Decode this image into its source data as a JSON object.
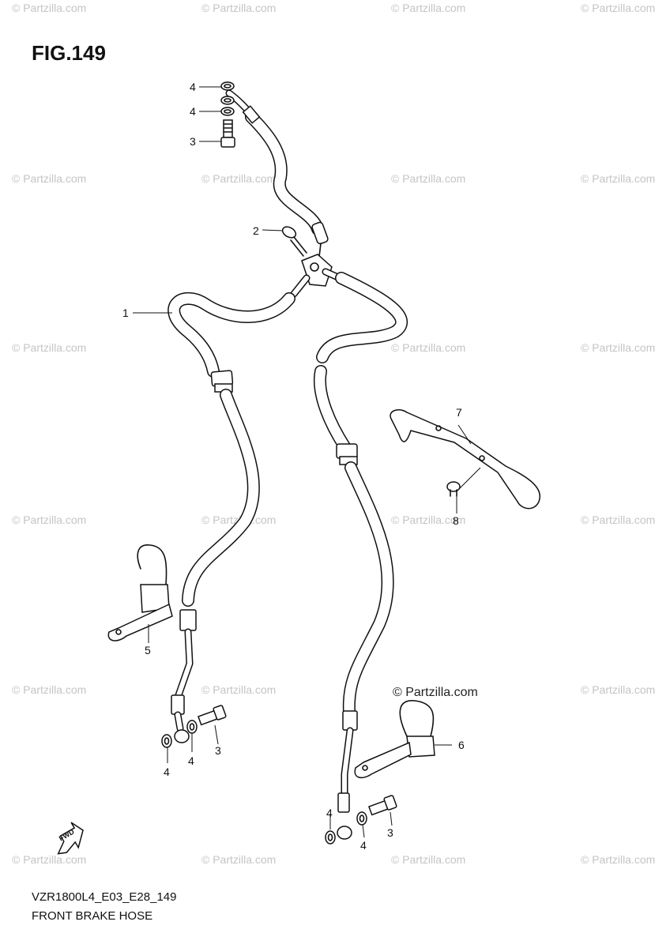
{
  "figure": {
    "title": "FIG.149"
  },
  "footer": {
    "model_code": "VZR1800L4_E03_E28_149",
    "description": "FRONT BRAKE HOSE"
  },
  "watermark": {
    "text": "© Partzilla.com"
  },
  "direction_marker": {
    "text": "FWD",
    "icon": "forward-arrow-icon"
  },
  "callouts": [
    {
      "id": "c4a",
      "label": "4"
    },
    {
      "id": "c4b",
      "label": "4"
    },
    {
      "id": "c3a",
      "label": "3"
    },
    {
      "id": "c2",
      "label": "2"
    },
    {
      "id": "c1",
      "label": "1"
    },
    {
      "id": "c7",
      "label": "7"
    },
    {
      "id": "c8",
      "label": "8"
    },
    {
      "id": "c5",
      "label": "5"
    },
    {
      "id": "c3b",
      "label": "3"
    },
    {
      "id": "c4c",
      "label": "4"
    },
    {
      "id": "c4d",
      "label": "4"
    },
    {
      "id": "c6",
      "label": "6"
    },
    {
      "id": "c4e",
      "label": "4"
    },
    {
      "id": "c4f",
      "label": "4"
    },
    {
      "id": "c3c",
      "label": "3"
    }
  ]
}
